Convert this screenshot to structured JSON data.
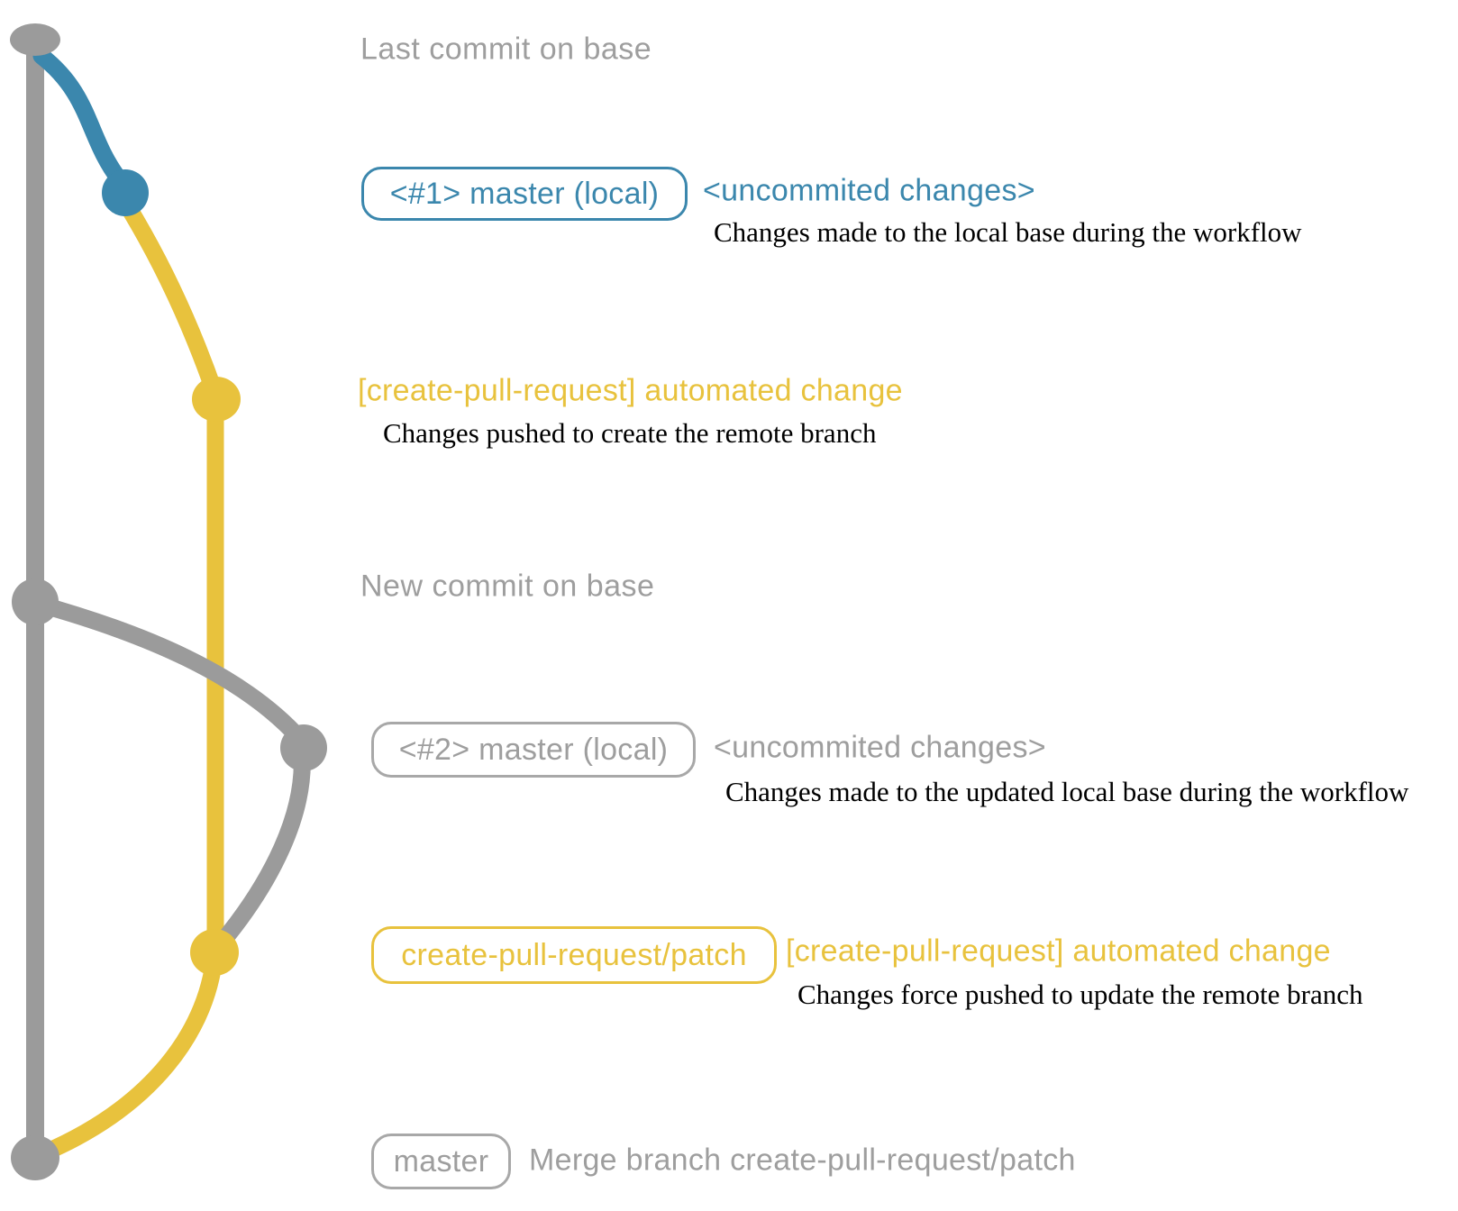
{
  "diagram_type": "git-graph",
  "palette": {
    "base_branch_gray": "#9B9B9B",
    "local_change_blue": "#3B87AD",
    "patch_branch_yellow": "#E8C23D",
    "muted_text_gray": "#9E9E9E",
    "annotation_black": "#000000"
  },
  "branches": [
    {
      "name": "base (master remote)",
      "color": "#9B9B9B"
    },
    {
      "name": "master (local) #1 uncommitted",
      "color": "#3B87AD"
    },
    {
      "name": "create-pull-request/patch",
      "color": "#E8C23D"
    },
    {
      "name": "master (local) #2 uncommitted",
      "color": "#9B9B9B"
    }
  ],
  "commits": [
    {
      "id": "last-commit-on-base",
      "branch": "base",
      "color": "#9B9B9B"
    },
    {
      "id": "uncommitted-1",
      "branch": "master-local-1",
      "color": "#3B87AD"
    },
    {
      "id": "patch-commit-1",
      "branch": "create-pull-request/patch",
      "color": "#E8C23D"
    },
    {
      "id": "new-commit-on-base",
      "branch": "base",
      "color": "#9B9B9B"
    },
    {
      "id": "uncommitted-2",
      "branch": "master-local-2",
      "color": "#9B9B9B"
    },
    {
      "id": "patch-commit-2-force-push",
      "branch": "create-pull-request/patch",
      "color": "#E8C23D"
    },
    {
      "id": "merge-commit",
      "branch": "base",
      "color": "#9B9B9B"
    }
  ],
  "rows": {
    "row0": {
      "heading": "Last commit on base"
    },
    "row1": {
      "badge": "<#1> master (local)",
      "note": "<uncommited changes>",
      "desc": "Changes made to the local base during the workflow"
    },
    "row2": {
      "label": "[create-pull-request] automated change",
      "desc": "Changes pushed to create the remote branch"
    },
    "row3": {
      "heading": "New commit on base"
    },
    "row4": {
      "badge": "<#2> master (local)",
      "note": "<uncommited changes>",
      "desc": "Changes made to the updated local base during the workflow"
    },
    "row5": {
      "badge": "create-pull-request/patch",
      "label": "[create-pull-request] automated change",
      "desc": "Changes force pushed to update the remote branch"
    },
    "row6": {
      "badge": "master",
      "label": "Merge branch create-pull-request/patch"
    }
  }
}
